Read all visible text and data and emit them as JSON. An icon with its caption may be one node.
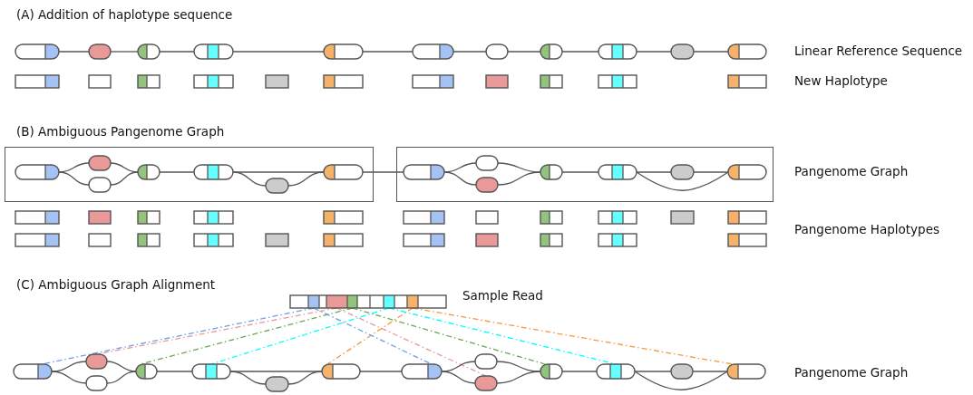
{
  "diagram": {
    "nodes": [
      {
        "text": [],
        "shape": "box"
      },
      {
        "text": [],
        "shape": "box"
      },
      {
        "text": [],
        "shape": "box"
      },
      {
        "text": [],
        "shape": "box"
      },
      {
        "text": [],
        "shape": "box"
      },
      {
        "text": [],
        "shape": "box"
      },
      {
        "text": [],
        "shape": "box"
      },
      {
        "text": [],
        "shape": "box"
      },
      {
        "text": [],
        "shape": "box"
      },
      {
        "text": [],
        "shape": "box"
      },
      {
        "text": [],
        "shape": "box"
      },
      {
        "text": [],
        "shape": "box"
      },
      {
        "text": [],
        "shape": "box",
        "in": 11
      },
      {
        "text": [],
        "shape": "box",
        "in": 11
      },
      {
        "text": [],
        "shape": "box",
        "in": 11
      },
      {
        "text": [],
        "shape": "box",
        "in": 11
      },
      {
        "text": [],
        "shape": "box",
        "in": 11
      },
      {
        "text": [],
        "shape": "box",
        "in": 11
      },
      {
        "text": [],
        "shape": "box",
        "in": 11
      },
      {
        "text": [],
        "shape": "box"
      },
      {
        "text": [],
        "shape": "box",
        "in": 19
      },
      {
        "text": [],
        "shape": "box",
        "in": 19
      },
      {
        "text": [],
        "shape": "box",
        "in": 19
      },
      {
        "text": [],
        "shape": "box",
        "in": 19
      },
      {
        "text": [],
        "shape": "box",
        "in": 19
      },
      {
        "text": [],
        "shape": "box",
        "in": 19
      },
      {
        "text": [],
        "shape": "box",
        "in": 19
      },
      {
        "text": [],
        "shape": "bar",
        "beside": [
          "Sample Read"
        ]
      },
      {
        "text": [],
        "shape": "box"
      },
      {
        "text": [],
        "shape": "box"
      },
      {
        "text": [],
        "shape": "box"
      },
      {
        "text": [],
        "shape": "box"
      },
      {
        "text": [],
        "shape": "box"
      },
      {
        "text": [],
        "shape": "box"
      },
      {
        "text": [],
        "shape": "box"
      },
      {
        "text": [],
        "shape": "box"
      },
      {
        "text": [],
        "shape": "box"
      },
      {
        "text": [],
        "shape": "box"
      },
      {
        "text": [],
        "shape": "box"
      },
      {
        "text": [],
        "shape": "box"
      },
      {
        "text": [],
        "shape": "box"
      },
      {
        "text": [],
        "shape": "box"
      }
    ],
    "edges": [
      {
        "from": 0,
        "to": 1,
        "arrow": "none"
      },
      {
        "from": 1,
        "to": 2,
        "arrow": "none"
      },
      {
        "from": 2,
        "to": 3,
        "arrow": "none"
      },
      {
        "from": 3,
        "to": 4,
        "arrow": "none"
      },
      {
        "from": 4,
        "to": 5,
        "arrow": "none"
      },
      {
        "from": 5,
        "to": 6,
        "arrow": "none"
      },
      {
        "from": 6,
        "to": 7,
        "arrow": "none"
      },
      {
        "from": 7,
        "to": 8,
        "arrow": "none"
      },
      {
        "from": 8,
        "to": 9,
        "arrow": "none"
      },
      {
        "from": 9,
        "to": 10,
        "arrow": "none"
      },
      {
        "from": 12,
        "to": 13,
        "arrow": "none"
      },
      {
        "from": 12,
        "to": 14,
        "arrow": "none"
      },
      {
        "from": 13,
        "to": 15,
        "arrow": "none"
      },
      {
        "from": 14,
        "to": 15,
        "arrow": "none"
      },
      {
        "from": 15,
        "to": 16,
        "arrow": "none"
      },
      {
        "from": 16,
        "to": 18,
        "arrow": "none"
      },
      {
        "from": 16,
        "to": 17,
        "arrow": "none"
      },
      {
        "from": 17,
        "to": 18,
        "arrow": "none"
      },
      {
        "from": 18,
        "to": 20,
        "arrow": "none"
      },
      {
        "from": 20,
        "to": 21,
        "arrow": "none"
      },
      {
        "from": 20,
        "to": 22,
        "arrow": "none"
      },
      {
        "from": 21,
        "to": 23,
        "arrow": "none"
      },
      {
        "from": 22,
        "to": 23,
        "arrow": "none"
      },
      {
        "from": 23,
        "to": 24,
        "arrow": "none"
      },
      {
        "from": 24,
        "to": 25,
        "arrow": "none"
      },
      {
        "from": 25,
        "to": 26,
        "arrow": "none"
      },
      {
        "from": 24,
        "to": 26,
        "arrow": "none"
      },
      {
        "from": 27,
        "to": 28,
        "arrow": "none",
        "style": "dashed",
        "color": "#6d9eeb"
      },
      {
        "from": 27,
        "to": 29,
        "arrow": "none",
        "style": "dashed",
        "color": "#ea9999"
      },
      {
        "from": 27,
        "to": 31,
        "arrow": "none",
        "style": "dashed",
        "color": "#6aa84f"
      },
      {
        "from": 27,
        "to": 32,
        "arrow": "none",
        "style": "dashed",
        "color": "#00ffff"
      },
      {
        "from": 27,
        "to": 34,
        "arrow": "none",
        "style": "dashed",
        "color": "#f19a3e"
      },
      {
        "from": 27,
        "to": 35,
        "arrow": "none",
        "style": "dashed",
        "color": "#6d9eeb"
      },
      {
        "from": 27,
        "to": 37,
        "arrow": "none",
        "style": "dashed",
        "color": "#ea9999"
      },
      {
        "from": 27,
        "to": 38,
        "arrow": "none",
        "style": "dashed",
        "color": "#6aa84f"
      },
      {
        "from": 27,
        "to": 39,
        "arrow": "none",
        "style": "dashed",
        "color": "#00ffff"
      },
      {
        "from": 27,
        "to": 41,
        "arrow": "none",
        "style": "dashed",
        "color": "#f19a3e"
      },
      {
        "from": 28,
        "to": 29,
        "arrow": "none"
      },
      {
        "from": 28,
        "to": 30,
        "arrow": "none"
      },
      {
        "from": 29,
        "to": 31,
        "arrow": "none"
      },
      {
        "from": 30,
        "to": 31,
        "arrow": "none"
      },
      {
        "from": 31,
        "to": 32,
        "arrow": "none"
      },
      {
        "from": 32,
        "to": 34,
        "arrow": "none"
      },
      {
        "from": 32,
        "to": 33,
        "arrow": "none"
      },
      {
        "from": 33,
        "to": 34,
        "arrow": "none"
      },
      {
        "from": 34,
        "to": 35,
        "arrow": "none"
      },
      {
        "from": 35,
        "to": 36,
        "arrow": "none"
      },
      {
        "from": 35,
        "to": 37,
        "arrow": "none"
      },
      {
        "from": 36,
        "to": 38,
        "arrow": "none"
      },
      {
        "from": 37,
        "to": 38,
        "arrow": "none"
      },
      {
        "from": 38,
        "to": 39,
        "arrow": "none"
      },
      {
        "from": 39,
        "to": 40,
        "arrow": "none"
      },
      {
        "from": 40,
        "to": 41,
        "arrow": "none"
      },
      {
        "from": 39,
        "to": 41,
        "arrow": "none"
      }
    ],
    "labels": [
      "(A) Addition of haplotype sequence",
      "Linear Reference Sequence",
      "New Haplotype",
      "(B) Ambiguous Pangenome Graph",
      "Pangenome Graph",
      "Pangenome Haplotypes",
      "(C) Ambiguous Graph Alignment",
      "Pangenome Graph"
    ]
  }
}
